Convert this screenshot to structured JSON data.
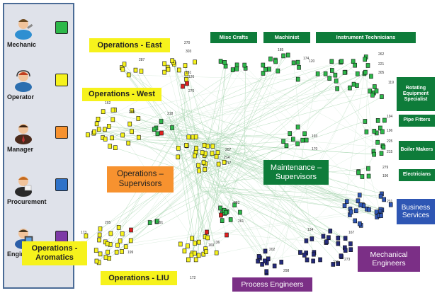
{
  "legend": {
    "items": [
      {
        "label": "Mechanic",
        "color": "#2db84a"
      },
      {
        "label": "Operator",
        "color": "#f6f21c"
      },
      {
        "label": "Manager",
        "color": "#f7922f"
      },
      {
        "label": "Procurement",
        "color": "#2f72c8"
      },
      {
        "label": "Engineer",
        "color": "#7d3aa6"
      }
    ]
  },
  "groups": {
    "ops_east": "Operations - East",
    "ops_west": "Operations - West",
    "ops_supervisors": "Operations – Supervisors",
    "ops_aromatics": "Operations - Aromatics",
    "ops_liu": "Operations - LIU",
    "misc_crafts": "Misc Crafts",
    "machinist": "Machinist",
    "instrument_techs": "Instrument Technicians",
    "rotating": "Rotating Equipment Specialist",
    "pipe_fitters": "Pipe Fitters",
    "boiler_makers": "Boiler Makers",
    "electricians": "Electricians",
    "maint_supervisors": "Maintenance – Supervisors",
    "business_services": "Business Services",
    "mech_engineers": "Mechanical Engineers",
    "process_engineers": "Process Engineers"
  },
  "node_labels": [
    {
      "text": "287"
    },
    {
      "text": "270"
    },
    {
      "text": "303"
    },
    {
      "text": "181"
    },
    {
      "text": "126"
    },
    {
      "text": "270"
    },
    {
      "text": "285"
    },
    {
      "text": "162"
    },
    {
      "text": "218"
    },
    {
      "text": "217"
    },
    {
      "text": "214"
    },
    {
      "text": "207"
    },
    {
      "text": "174"
    },
    {
      "text": "120"
    },
    {
      "text": "185"
    },
    {
      "text": "262"
    },
    {
      "text": "221"
    },
    {
      "text": "305"
    },
    {
      "text": "119"
    },
    {
      "text": "194"
    },
    {
      "text": "196"
    },
    {
      "text": "225"
    },
    {
      "text": "215"
    },
    {
      "text": "279"
    },
    {
      "text": "196"
    },
    {
      "text": "231"
    },
    {
      "text": "170"
    },
    {
      "text": "193"
    },
    {
      "text": "283"
    },
    {
      "text": "291"
    },
    {
      "text": "261"
    },
    {
      "text": "136"
    },
    {
      "text": "169"
    },
    {
      "text": "172"
    },
    {
      "text": "202"
    },
    {
      "text": "298"
    },
    {
      "text": "134"
    },
    {
      "text": "167"
    },
    {
      "text": "273"
    },
    {
      "text": "276"
    },
    {
      "text": "196"
    },
    {
      "text": "205"
    },
    {
      "text": "199"
    },
    {
      "text": "173"
    }
  ]
}
